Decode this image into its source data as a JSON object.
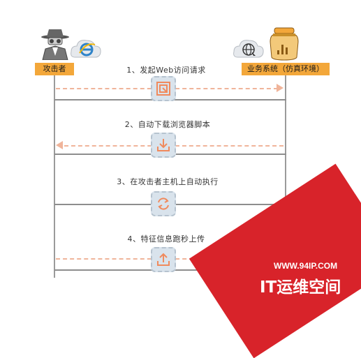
{
  "actors": {
    "attacker": {
      "label": "攻击者",
      "icon": "spy-icon",
      "badge_icon": "ie-browser-icon"
    },
    "target": {
      "label": "业务系统（仿真环境）",
      "icon": "honeypot-jar-icon",
      "badge_icon": "web-globe-icon"
    }
  },
  "steps": [
    {
      "label": "1、发起Web访问请求",
      "icon": "request-frame-icon",
      "direction": "right"
    },
    {
      "label": "2、自动下载浏览器脚本",
      "icon": "download-icon",
      "direction": "left"
    },
    {
      "label": "3、在攻击者主机上自动执行",
      "icon": "refresh-icon",
      "direction": "none"
    },
    {
      "label": "4、特征信息跑秒上传",
      "icon": "upload-icon",
      "direction": "right"
    }
  ],
  "watermark": {
    "url": "WWW.94IP.COM",
    "brand": "IT运维空间"
  },
  "colors": {
    "accent": "#f3a73a",
    "arrow": "#f0b49a",
    "icon_box": "#d9e3ec",
    "icon_stroke": "#f08a5d",
    "watermark": "#d8232a"
  }
}
